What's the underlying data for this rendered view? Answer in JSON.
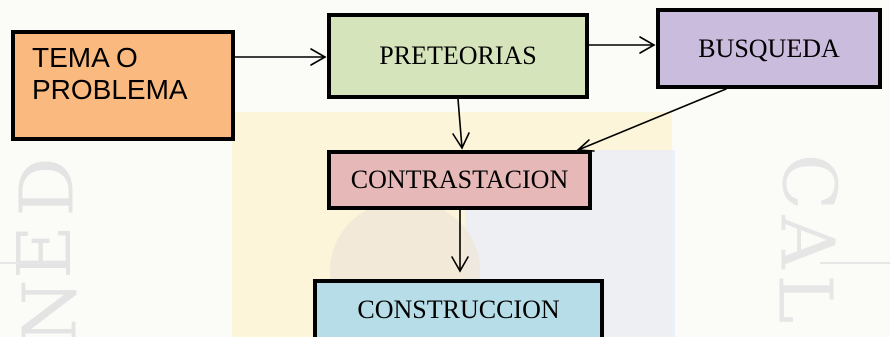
{
  "diagram": {
    "nodes": [
      {
        "id": "tema",
        "lines": [
          "TEMA O",
          "PROBLEMA"
        ],
        "color": "#f9b97f"
      },
      {
        "id": "preteorias",
        "label": "PRETEORIAS",
        "color": "#d6e4bc"
      },
      {
        "id": "busqueda",
        "label": "BUSQUEDA",
        "color": "#c9bcdd"
      },
      {
        "id": "contrastacion",
        "label": "CONTRASTACION",
        "color": "#e6b8b8"
      },
      {
        "id": "construccion",
        "label": "CONSTRUCCION",
        "color": "#b7dee8"
      }
    ],
    "edges": [
      {
        "from": "tema",
        "to": "preteorias"
      },
      {
        "from": "preteorias",
        "to": "busqueda"
      },
      {
        "from": "preteorias",
        "to": "contrastacion"
      },
      {
        "from": "busqueda",
        "to": "contrastacion"
      },
      {
        "from": "contrastacion",
        "to": "construccion"
      }
    ]
  }
}
